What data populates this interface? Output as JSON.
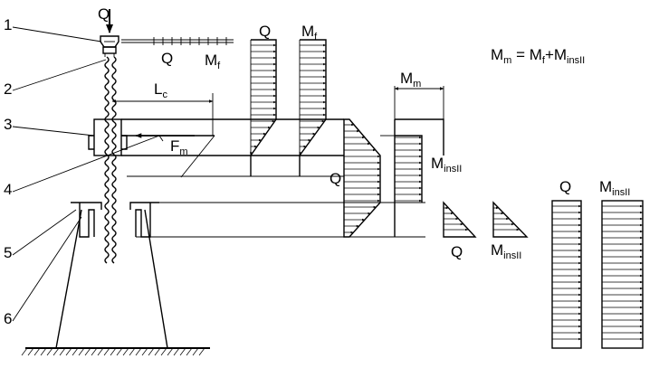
{
  "callouts": [
    "1",
    "2",
    "3",
    "4",
    "5",
    "6"
  ],
  "labels": {
    "q_top": "Q",
    "q_rod": "Q",
    "mf_rod": "M",
    "mf_rod_sub": "f",
    "q_diag1": "Q",
    "mf_diag1": "M",
    "mf_diag1_sub": "f",
    "lc": "L",
    "lc_sub": "c",
    "fm": "F",
    "fm_sub": "m",
    "mm": "M",
    "mm_sub": "m",
    "q_diag2": "Q",
    "mins_diag2": "M",
    "mins_diag2_sub": "insII",
    "q_diag3": "Q",
    "mins_diag3": "M",
    "mins_diag3_sub": "insII",
    "q_diag4": "Q",
    "mins_diag4": "M",
    "mins_diag4_sub": "insII"
  },
  "formula": {
    "lhs": "M",
    "lhs_sub": "m",
    "eq": " = M",
    "t1_sub": "f",
    "plus": "+M",
    "t2_sub": "insII"
  }
}
